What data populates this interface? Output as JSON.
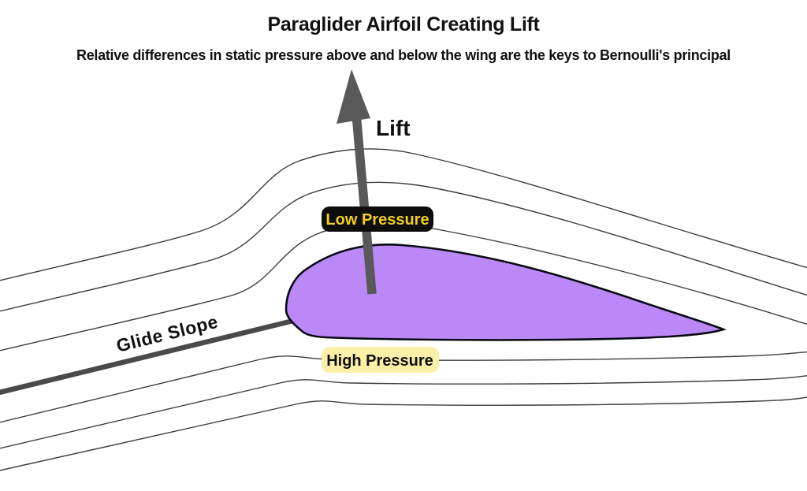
{
  "header": {
    "title": "Paraglider Airfoil Creating Lift",
    "subtitle": "Relative differences in static pressure above and below the wing are the keys to Bernoulli's principal"
  },
  "diagram": {
    "lift_label": "Lift",
    "low_pressure_label": "Low Pressure",
    "high_pressure_label": "High Pressure",
    "glide_slope_label": "Glide Slope"
  },
  "colors": {
    "background": "#ffffff",
    "airfoil_fill": "#ba88f7",
    "airfoil_outline": "#0a0a14",
    "lift_arrow": "#595959",
    "glide_slope_line": "#4a4a4a",
    "streamline": "#3d3d3d",
    "low_pressure_bg": "#0d0d0d",
    "low_pressure_text": "#f0ce1f",
    "high_pressure_bg": "#faf0a8",
    "high_pressure_text": "#111111",
    "heading_text": "#111111"
  }
}
